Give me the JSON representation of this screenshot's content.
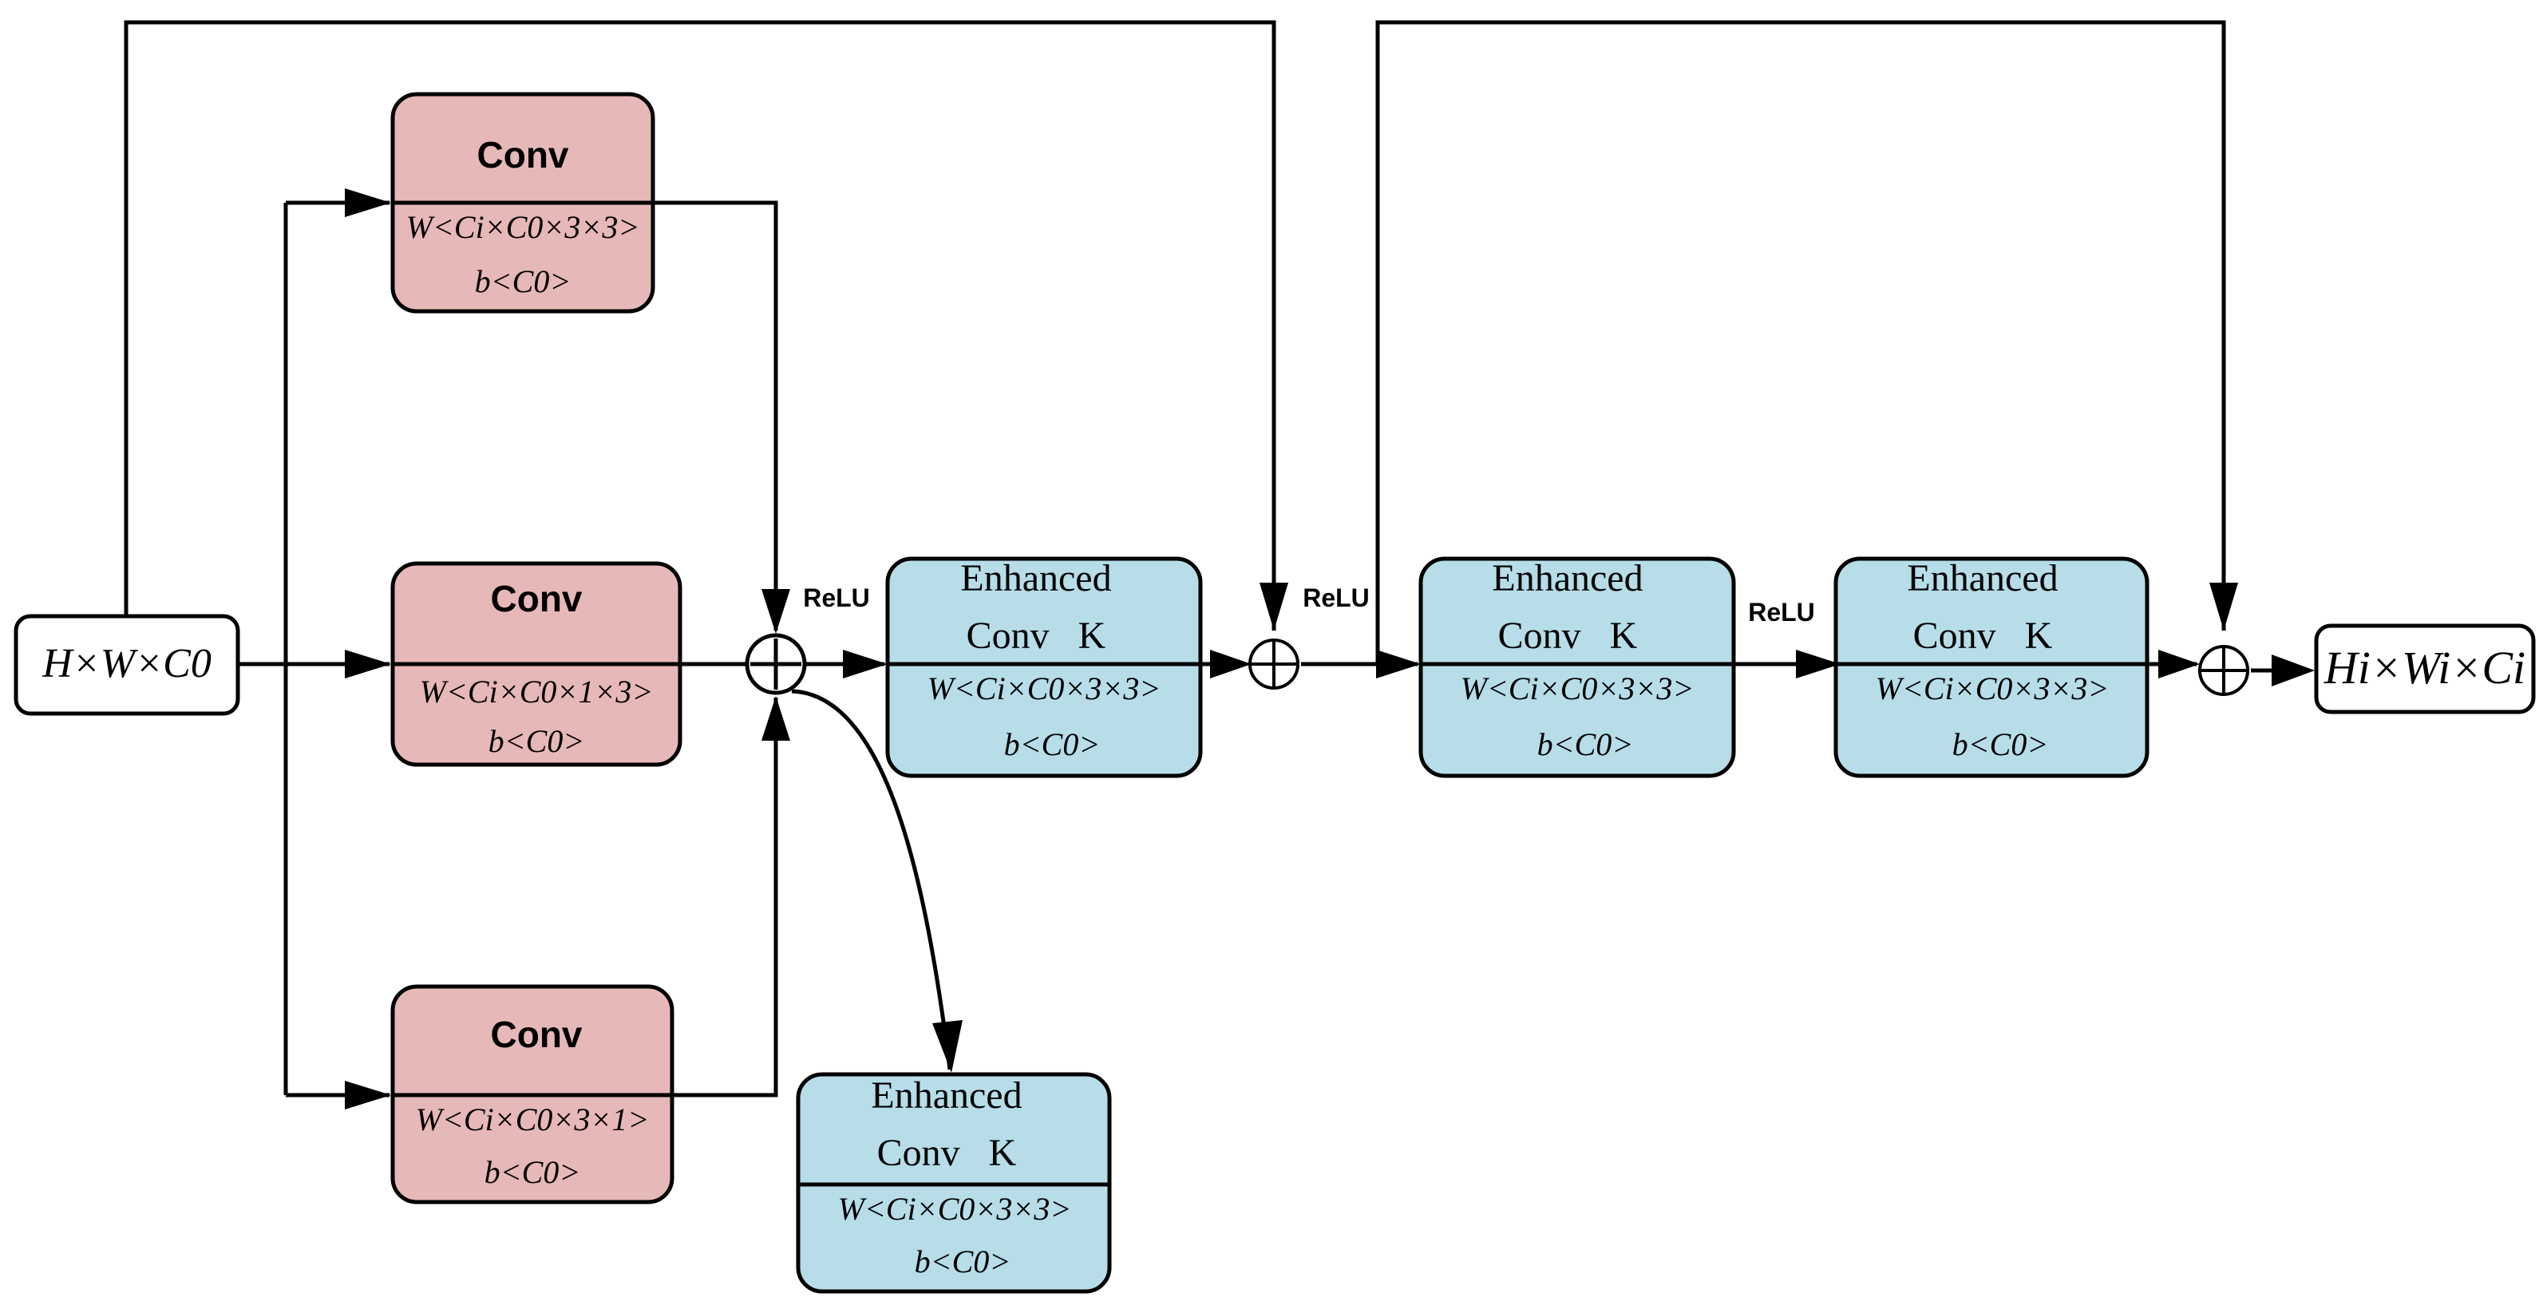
{
  "colors": {
    "conv_fill": "#e6b8b7",
    "enh_fill": "#b6dde8",
    "stroke": "#000000"
  },
  "input_label": "H×W×C0",
  "output_label": "Hi×Wi×Ci",
  "conv_blocks": [
    {
      "title": "Conv",
      "weight": "W<Ci×C0×3×3>",
      "bias": "b<C0>"
    },
    {
      "title": "Conv",
      "weight": "W<Ci×C0×1×3>",
      "bias": "b<C0>"
    },
    {
      "title": "Conv",
      "weight": "W<Ci×C0×3×1>",
      "bias": "b<C0>"
    }
  ],
  "enhanced_blocks": [
    {
      "line1": "Enhanced",
      "line2": "Conv   K",
      "weight": "W<Ci×C0×3×3>",
      "bias": "b<C0>"
    },
    {
      "line1": "Enhanced",
      "line2": "Conv   K",
      "weight": "W<Ci×C0×3×3>",
      "bias": "b<C0>"
    },
    {
      "line1": "Enhanced",
      "line2": "Conv   K",
      "weight": "W<Ci×C0×3×3>",
      "bias": "b<C0>"
    },
    {
      "line1": "Enhanced",
      "line2": "Conv   K",
      "weight": "W<Ci×C0×3×3>",
      "bias": "b<C0>"
    }
  ],
  "relu_labels": [
    "ReLU",
    "ReLU",
    "ReLU"
  ],
  "adder_symbol": "⊕"
}
